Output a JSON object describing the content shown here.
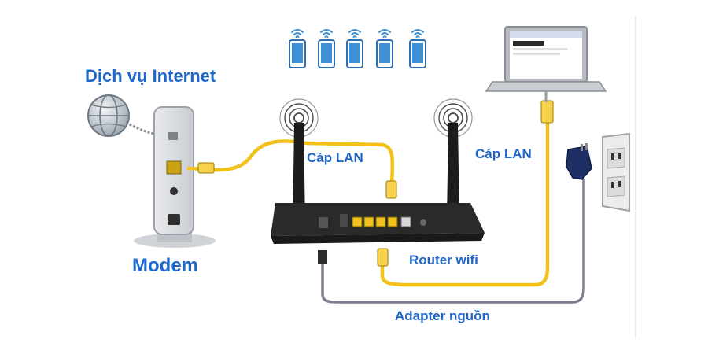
{
  "labels": {
    "internet": "Dịch vụ Internet",
    "modem": "Modem",
    "lan_cable_1": "Cáp LAN",
    "lan_cable_2": "Cáp LAN",
    "router": "Router wifi",
    "adapter": "Adapter nguồn"
  },
  "devices": {
    "phones": [
      "phone-1",
      "phone-2",
      "phone-3",
      "phone-4",
      "phone-5"
    ]
  },
  "colors": {
    "label_blue": "#1f66c9",
    "lan_cable": "#f2c21b",
    "power_cable": "#7c7f8e",
    "phone_blue": "#3d8fd6",
    "router_body": "#2a2a2a"
  }
}
